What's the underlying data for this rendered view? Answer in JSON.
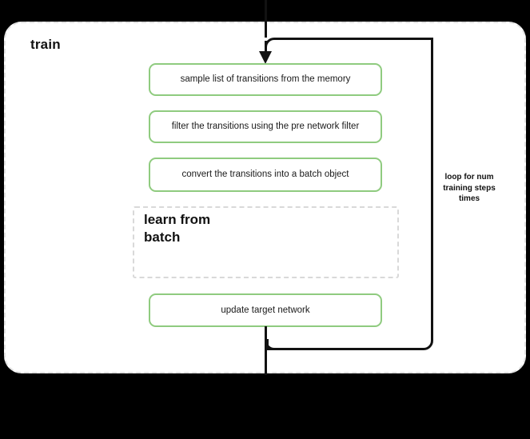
{
  "diagram": {
    "title": "train",
    "background_color": "#000000",
    "canvas_color": "#ffffff",
    "accent_color": "#8fcb7f",
    "connector_color": "#121212",
    "dashed_border_color": "#e3e3e3"
  },
  "group": {
    "label": "train",
    "border_style": "dashed"
  },
  "steps": [
    {
      "id": "sample-transitions",
      "label": "sample list of transitions from the memory"
    },
    {
      "id": "filter-transitions",
      "label": "filter the transitions using the pre network filter"
    },
    {
      "id": "convert-batch",
      "label": "convert the transitions into a batch object"
    },
    {
      "id": "update-target-network",
      "label": "update target network"
    }
  ],
  "subgroup": {
    "label": "learn from batch",
    "border_style": "dashed"
  },
  "loop": {
    "label": "loop for num training steps times"
  }
}
